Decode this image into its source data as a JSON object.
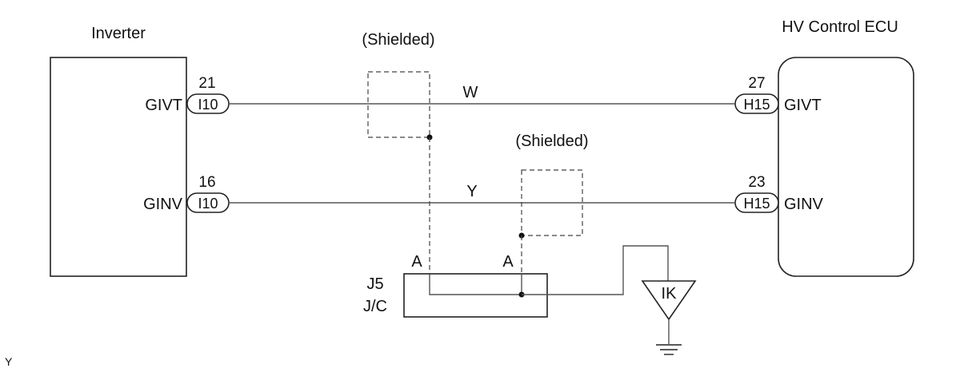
{
  "components": {
    "inverter": {
      "label": "Inverter"
    },
    "ecu": {
      "label": "HV Control ECU"
    },
    "junction": {
      "label_line1": "J5",
      "label_line2": "J/C"
    },
    "ground": {
      "label": "IK"
    }
  },
  "shields": [
    {
      "label": "(Shielded)"
    },
    {
      "label": "(Shielded)"
    }
  ],
  "wires": [
    {
      "color": "W",
      "inverter_terminal": "GIVT",
      "inverter_pin": "21",
      "inverter_connector": "I10",
      "ecu_terminal": "GIVT",
      "ecu_pin": "27",
      "ecu_connector": "H15"
    },
    {
      "color": "Y",
      "inverter_terminal": "GINV",
      "inverter_pin": "16",
      "inverter_connector": "I10",
      "ecu_terminal": "GINV",
      "ecu_pin": "23",
      "ecu_connector": "H15"
    }
  ],
  "junction_pins": [
    "A",
    "A"
  ],
  "corner_mark": "Y"
}
